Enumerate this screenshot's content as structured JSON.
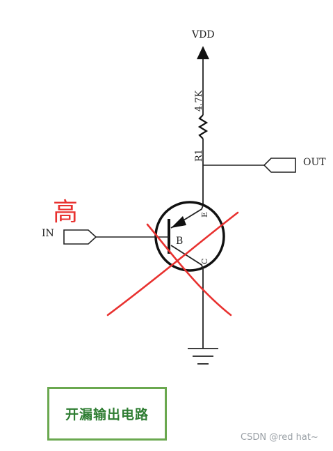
{
  "labels": {
    "vdd": "VDD",
    "resistor_value": "4.7K",
    "resistor_name": "R1",
    "out": "OUT",
    "in": "IN",
    "base": "B",
    "emitter": "E",
    "collector": "C",
    "annotation_high": "高"
  },
  "caption": "开漏输出电路",
  "watermark": "CSDN @red hat~",
  "colors": {
    "wire": "#222222",
    "annotation": "#e8312f",
    "caption_border": "#6aa84f",
    "caption_text": "#2e7d32",
    "watermark": "#9aa0a6"
  }
}
